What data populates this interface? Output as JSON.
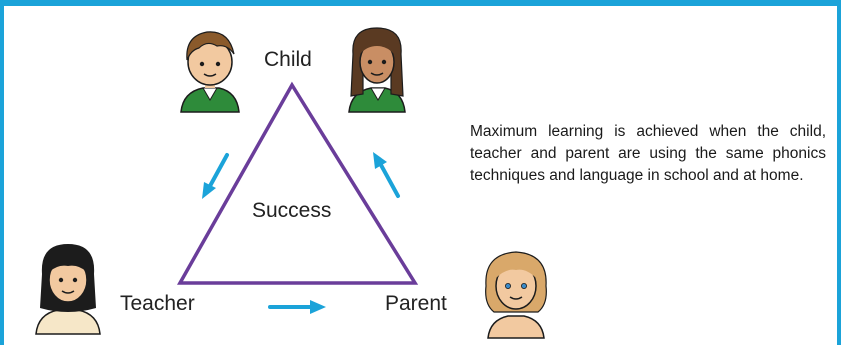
{
  "diagram": {
    "nodes": {
      "child": "Child",
      "teacher": "Teacher",
      "parent": "Parent"
    },
    "center_label": "Success",
    "description": "Maximum learning is achieved when the child, teacher and parent are using the same phonics techniques and language in school and at home.",
    "colors": {
      "frame": "#1ba3d9",
      "triangle": "#6a3d9a",
      "arrow": "#1ba3d9",
      "uniform": "#2e8b3a"
    },
    "icons": [
      "boy-child-icon",
      "girl-child-icon",
      "teacher-icon",
      "parent-icon"
    ]
  }
}
